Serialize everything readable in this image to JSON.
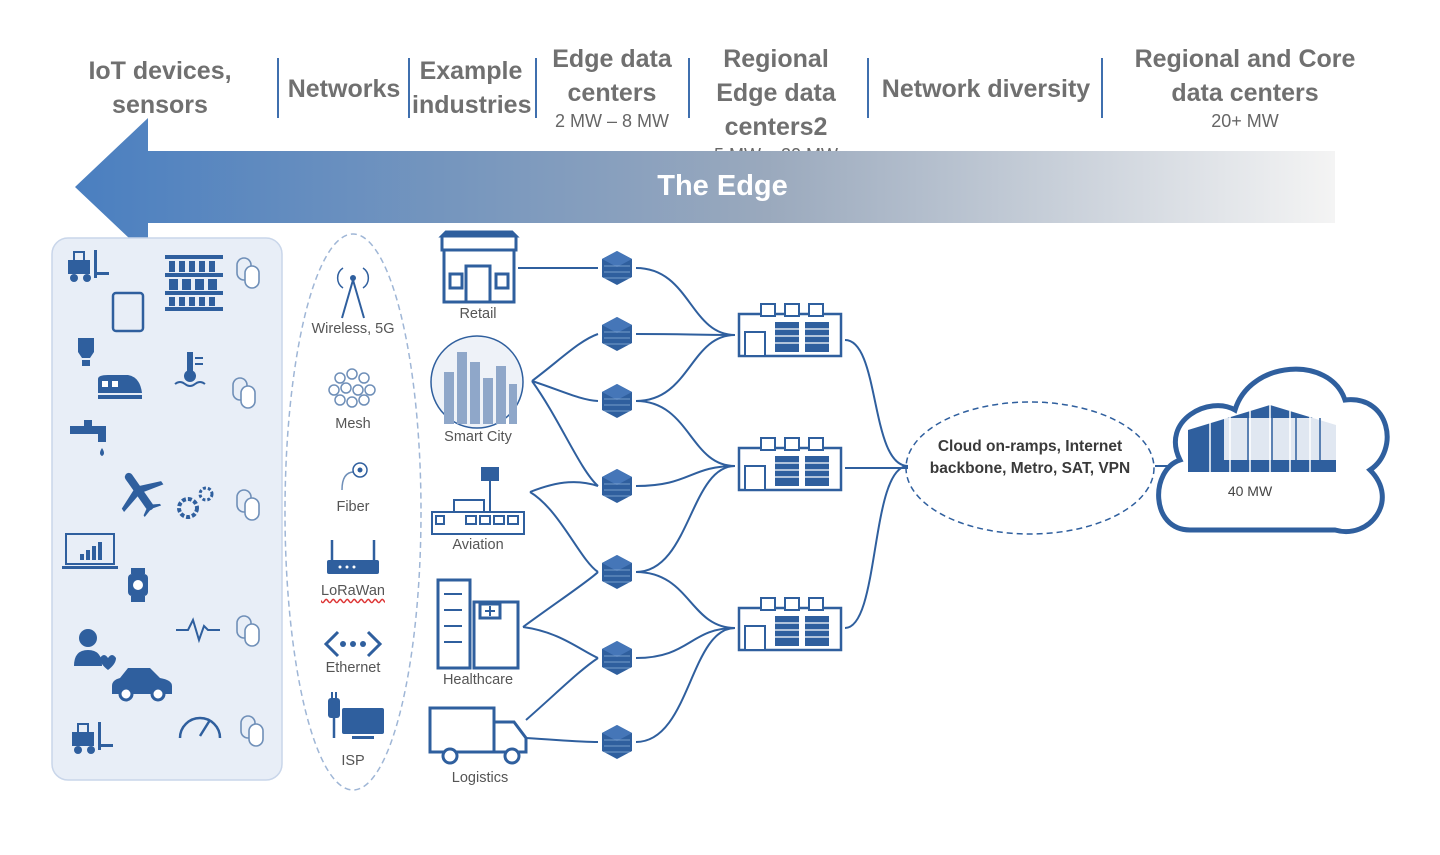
{
  "header": {
    "col1": "IoT devices, sensors",
    "col2": "Networks",
    "col3": "Example industries",
    "col4_title": "Edge data centers",
    "col4_sub": "2 MW – 8  MW",
    "col5_title": "Regional Edge data centers2",
    "col5_sub": "5 MW – 20 MW",
    "col6": "Network diversity",
    "col7_title": "Regional and Core data centers",
    "col7_sub": "20+ MW"
  },
  "edge_label": "The Edge",
  "networks": [
    "Wireless, 5G",
    "Mesh",
    "Fiber",
    "LoRaWan",
    "Ethernet",
    "ISP"
  ],
  "industries": [
    "Retail",
    "Smart City",
    "Aviation",
    "Healthcare",
    "Logistics"
  ],
  "cloud_onramps": "Cloud on-ramps, Internet backbone, Metro, SAT, VPN",
  "core_mw": "40 MW",
  "colors": {
    "primary": "#2f5f9e",
    "arrow_start": "#4a7fc0",
    "arrow_end": "#f2f2f2",
    "panel": "#e8eef7"
  },
  "icons": [
    "forklift-icon",
    "shelf-icon",
    "tablet-icon",
    "bulb-icon",
    "train-icon",
    "thermometer-icon",
    "faucet-icon",
    "airplane-icon",
    "gears-icon",
    "laptop-chart-icon",
    "smartwatch-icon",
    "heartbeat-icon",
    "doctor-icon",
    "car-icon",
    "gauge-icon",
    "sensor-icon"
  ]
}
